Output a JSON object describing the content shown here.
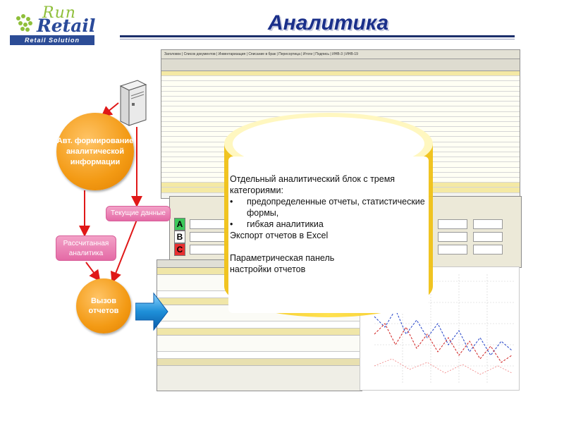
{
  "logo": {
    "run_text": "Run",
    "retail_text": "Retail",
    "tagline": "Retail Solution"
  },
  "title": "Аналитика",
  "flow": {
    "auto_circle": "Авт. формирование аналитической информации",
    "current_data": "Текущие данные",
    "calculated": "Рассчитанная аналитика",
    "reports_circle": "Вызов отчетов"
  },
  "sheet1": {
    "tabs": "Заголовок | Список документов | Инвентаризация | Списание в брак | Пересортица | Итоги | Подпись | ИНВ-3 | ИНВ-19"
  },
  "panel": {
    "row_labels": [
      "A",
      "B",
      "C"
    ]
  },
  "cylinder": {
    "intro": "Отдельный аналитический блок с тремя категориями:",
    "bullets": [
      "предопределенные  отчеты, статистические формы,",
      "гибкая аналитикиа"
    ],
    "export": "Экспорт отчетов в Excel",
    "panel_line1": "Параметрическая панель",
    "panel_line2": "настройки отчетов"
  },
  "colors": {
    "title": "#1a2f8a",
    "circle": "#f39a14",
    "label_box": "#e46aa6",
    "arrow": "#e01818",
    "big_arrow": "#1e8fd8"
  }
}
